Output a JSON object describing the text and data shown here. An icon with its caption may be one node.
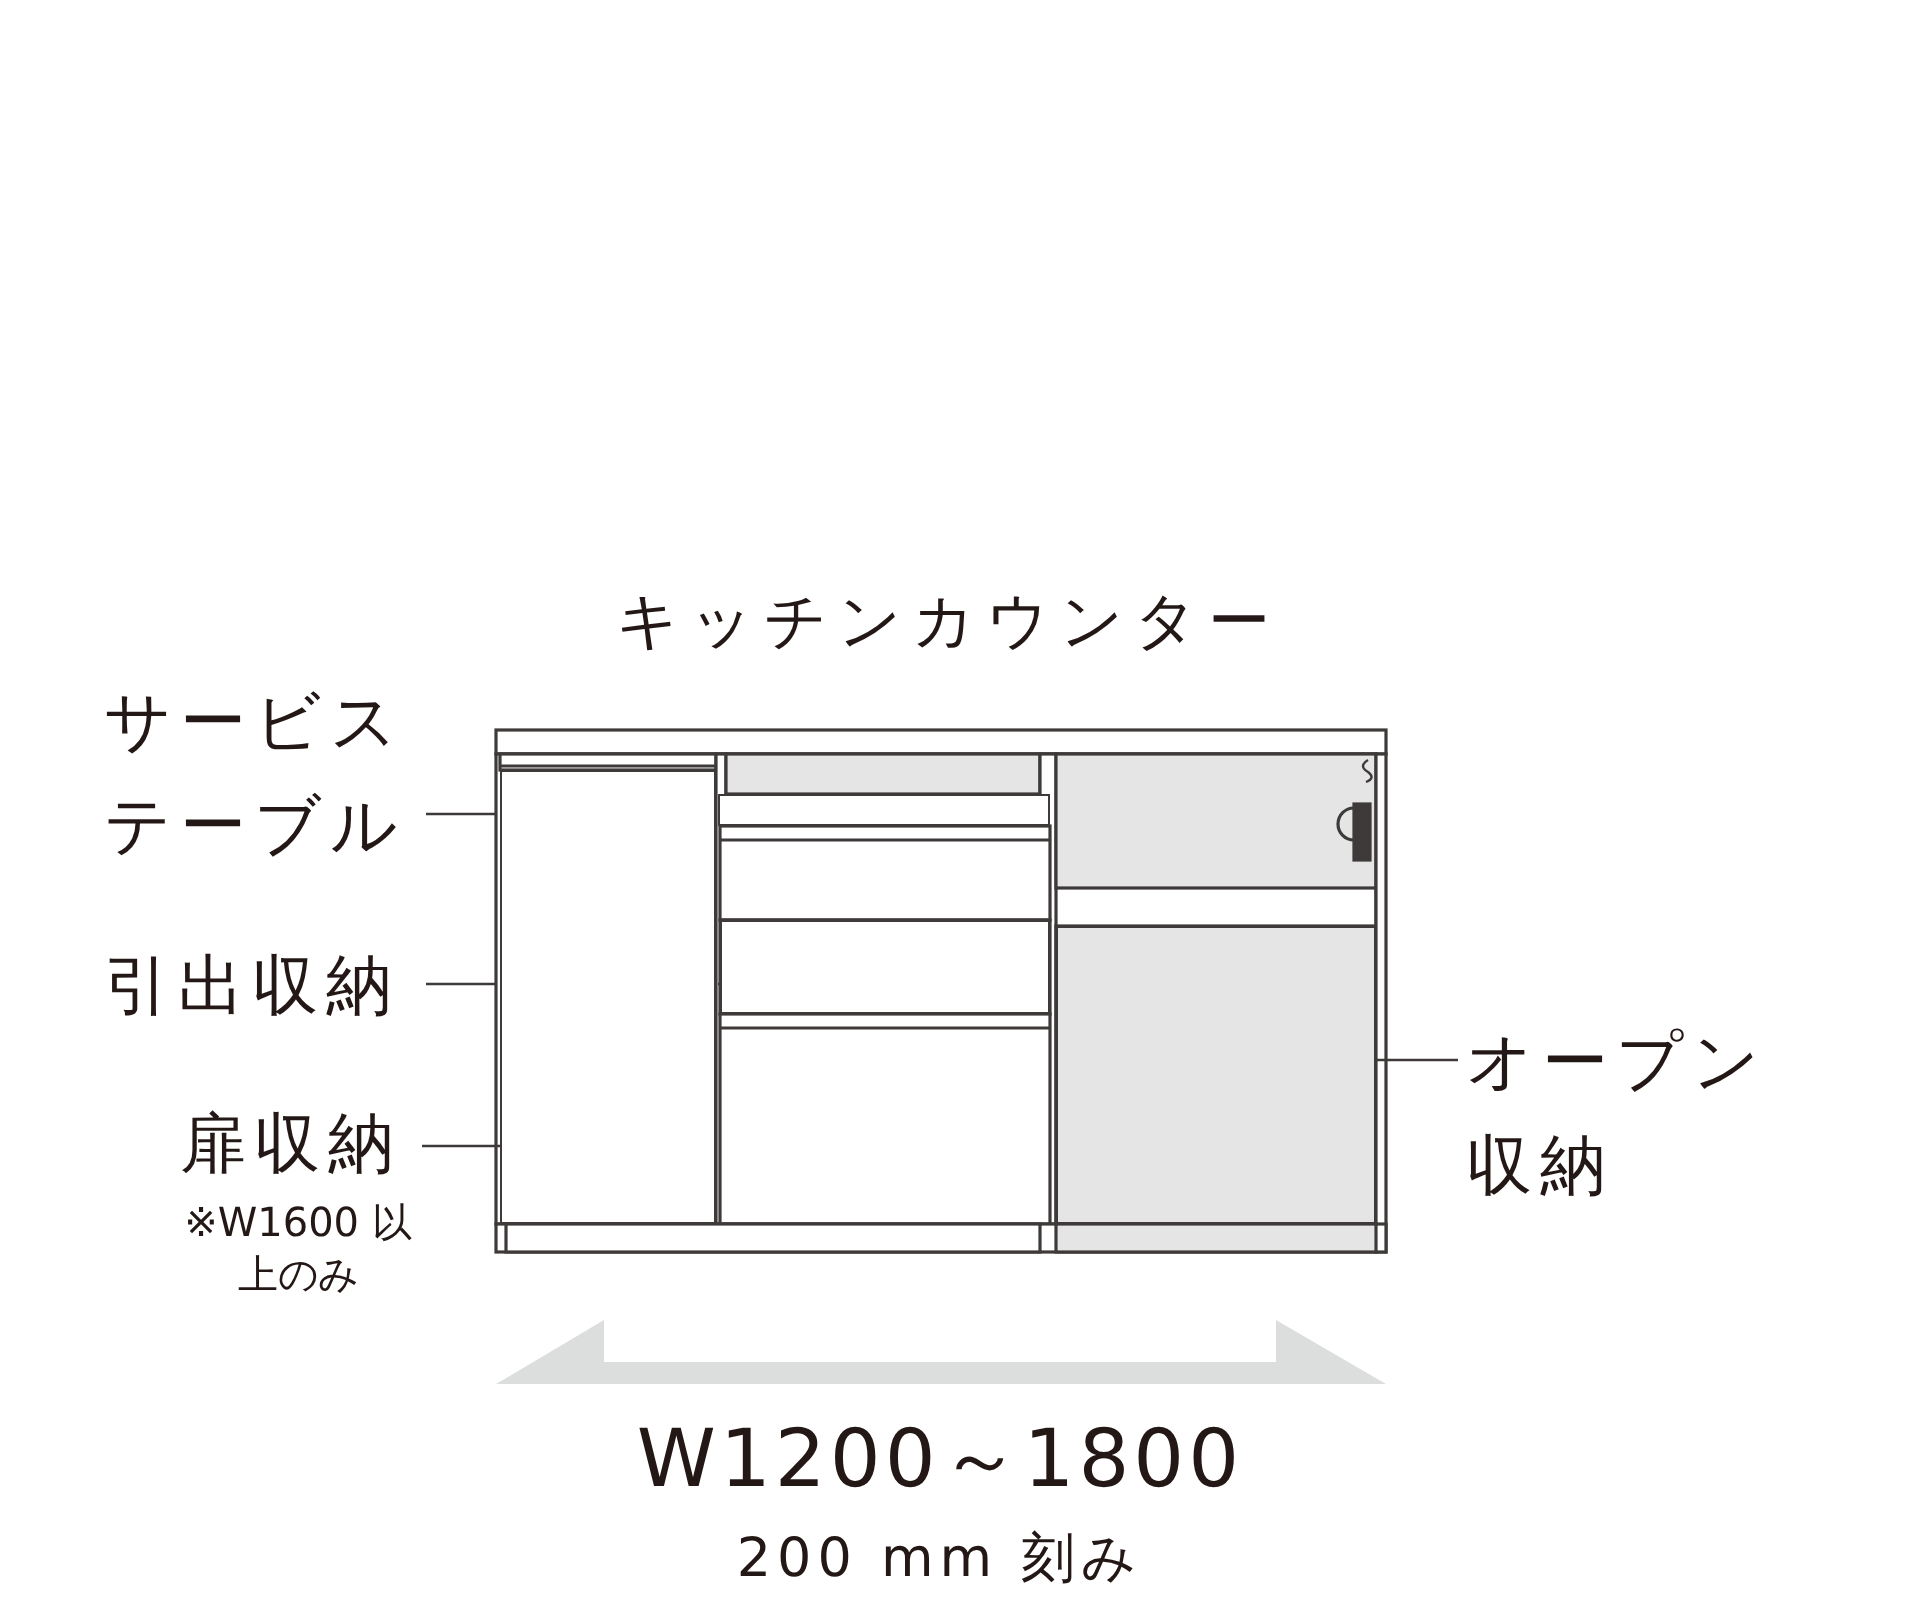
{
  "diagram": {
    "title": "キッチンカウンター",
    "nodes": [
      {
        "text": [
          "サービステーブル"
        ]
      },
      {
        "text": [],
        "shape": "box"
      },
      {
        "text": [
          "引出収納"
        ]
      },
      {
        "text": [],
        "shape": "box"
      },
      {
        "text": [
          "扉収納"
        ],
        "beside": [
          "※W1600 以上のみ"
        ]
      },
      {
        "text": [],
        "shape": "box"
      },
      {
        "text": [
          "オープン収納"
        ]
      },
      {
        "text": [],
        "shape": "box"
      }
    ],
    "edges": [
      {
        "from": 0,
        "to": 1,
        "arrow": "none",
        "style": "dashed"
      },
      {
        "from": 2,
        "to": 3,
        "arrow": "none",
        "style": "dashed"
      },
      {
        "from": 4,
        "to": 5,
        "arrow": "none"
      },
      {
        "from": 6,
        "to": 7,
        "arrow": "none"
      }
    ],
    "labels": [
      "W1200～1800",
      "200 mm 刻み"
    ]
  }
}
